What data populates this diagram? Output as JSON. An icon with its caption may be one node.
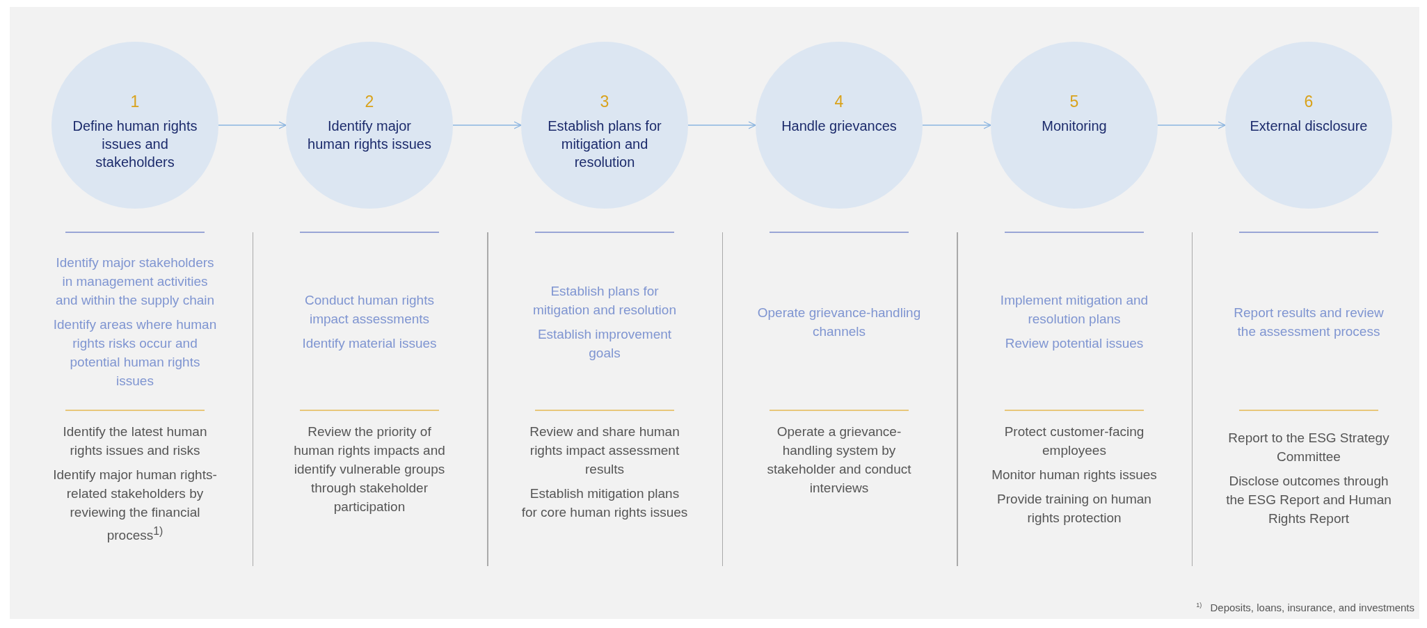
{
  "diagram": {
    "caption": "$^{1)}$ Deposits, loans, insurance, and investments",
    "nodes": [
      {
        "text": [
          "1",
          "Define human rights issues and stakeholders"
        ]
      },
      {
        "text": [
          "2",
          "Identify major human rights issues"
        ]
      },
      {
        "text": [
          "3",
          "Establish plans for mitigation and resolution"
        ]
      },
      {
        "text": [
          "4",
          "Handle grievances"
        ]
      },
      {
        "text": [
          "5",
          "Monitoring"
        ]
      },
      {
        "text": [
          "6",
          "External disclosure"
        ]
      }
    ],
    "edges": [
      {
        "from": 0,
        "to": 1,
        "arrow": "to"
      },
      {
        "from": 1,
        "to": 2,
        "arrow": "to"
      },
      {
        "from": 2,
        "to": 3,
        "arrow": "to"
      },
      {
        "from": 3,
        "to": 4,
        "arrow": "to"
      },
      {
        "from": 4,
        "to": 5,
        "arrow": "to"
      }
    ],
    "labels": [
      "Identify major stakeholders in management activities and within the supply chain",
      "Identify areas where human rights risks occur and potential human rights issues",
      "Identify the latest human rights issues and risks",
      "Identify major human rights-related stakeholders by reviewing the financial process$^{1)}$",
      "Conduct human rights impact assessments",
      "Identify material issues",
      "Review the priority of human rights impacts and identify vulnerable groups through stakeholder participation",
      "Establish plans for mitigation and resolution",
      "Establish improvement goals",
      "Review and share human rights impact assessment results",
      "Establish mitigation plans for core human rights issues",
      "Operate grievance-handling channels",
      "Operate a grievance-handling system by stakeholder and conduct interviews",
      "Implement mitigation and resolution plans",
      "Review potential issues",
      "Protect customer-facing employees",
      "Monitor human rights issues",
      "Provide training on human rights protection",
      "Report results and review the assessment process",
      "Report to the ESG Strategy Committee",
      "Disclose outcomes through the ESG Report and Human Rights Report"
    ]
  }
}
